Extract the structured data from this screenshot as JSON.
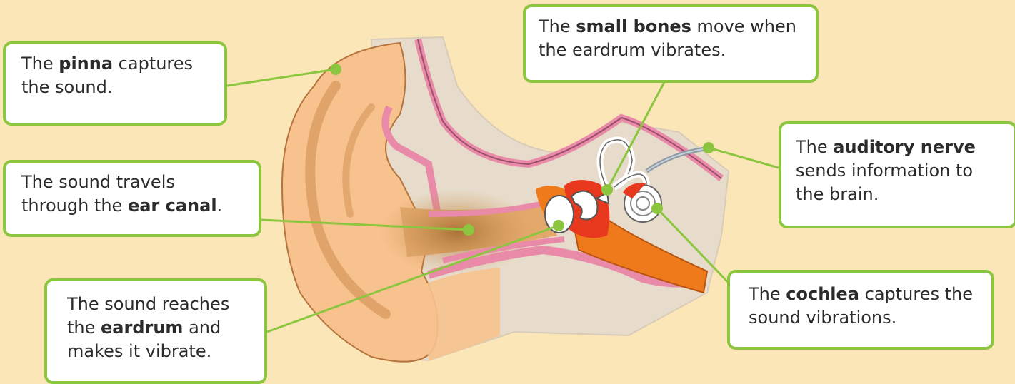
{
  "labels": {
    "pinna": {
      "pre": "The ",
      "bold": "pinna",
      "post": " captures the sound."
    },
    "canal": {
      "pre": "The sound travels through the ",
      "bold": "ear canal",
      "post": "."
    },
    "eardrum": {
      "pre": "The sound reaches the ",
      "bold": "eardrum",
      "post": " and makes it vibrate."
    },
    "bones": {
      "pre": "The ",
      "bold": "small bones",
      "post": " move when the eardrum vibrates."
    },
    "nerve": {
      "pre": "The ",
      "bold": "auditory nerve",
      "post": " sends information to the brain."
    },
    "cochlea": {
      "pre": "The ",
      "bold": "cochlea",
      "post": " captures the sound vibrations."
    }
  },
  "colors": {
    "background": "#fbe6b8",
    "callout_border": "#8cc63f",
    "leader_line": "#8cc63f",
    "skin": "#f7c28e",
    "pink_lining": "#e88aa8",
    "bone_tissue": "#e7dccb",
    "middle_ear": "#e8391e",
    "cochlea_orange": "#ee7a1c",
    "nerve": "#8c9aa6"
  }
}
